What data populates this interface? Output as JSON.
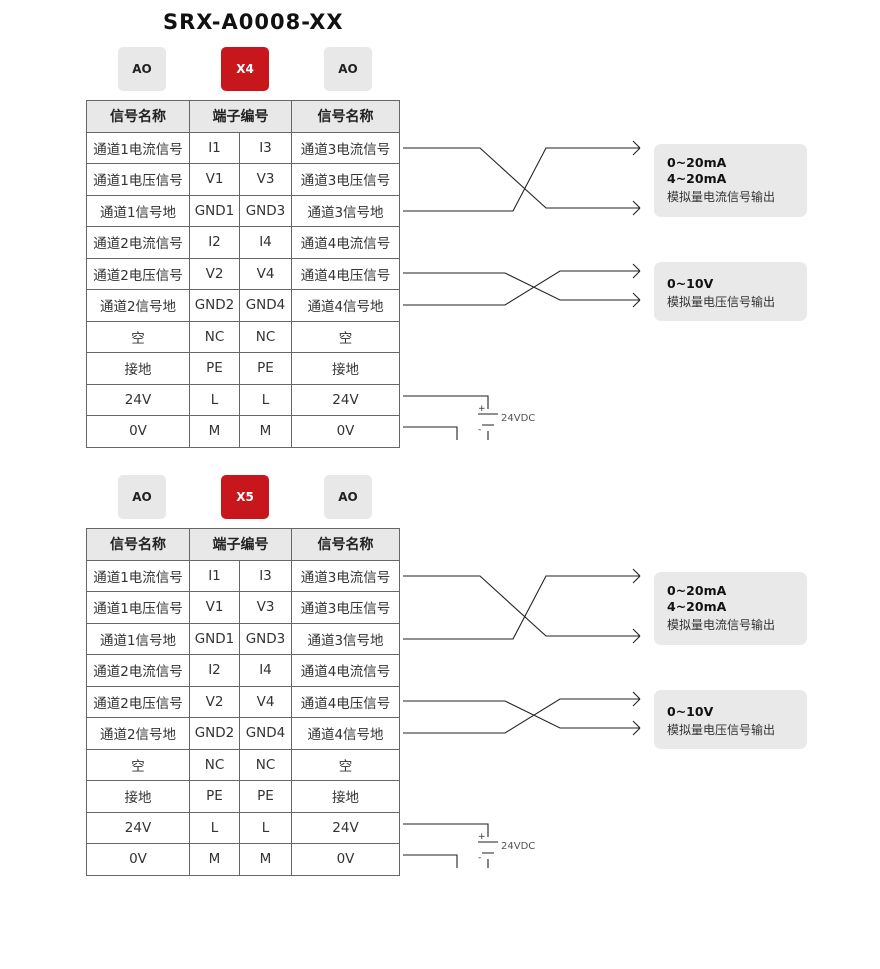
{
  "title": "SRX-A0008-XX",
  "sections": [
    {
      "badges": {
        "left": "AO",
        "center": "X4",
        "right": "AO"
      },
      "headers": [
        "信号名称",
        "端子编号",
        "信号名称"
      ],
      "rows": [
        [
          "通道1电流信号",
          "I1",
          "I3",
          "通道3电流信号"
        ],
        [
          "通道1电压信号",
          "V1",
          "V3",
          "通道3电压信号"
        ],
        [
          "通道1信号地",
          "GND1",
          "GND3",
          "通道3信号地"
        ],
        [
          "通道2电流信号",
          "I2",
          "I4",
          "通道4电流信号"
        ],
        [
          "通道2电压信号",
          "V2",
          "V4",
          "通道4电压信号"
        ],
        [
          "通道2信号地",
          "GND2",
          "GND4",
          "通道4信号地"
        ],
        [
          "空",
          "NC",
          "NC",
          "空"
        ],
        [
          "接地",
          "PE",
          "PE",
          "接地"
        ],
        [
          "24V",
          "L",
          "L",
          "24V"
        ],
        [
          "0V",
          "M",
          "M",
          "0V"
        ]
      ],
      "current_box": {
        "line1": "0~20mA",
        "line2": "4~20mA",
        "line3": "模拟量电流信号输出"
      },
      "voltage_box": {
        "line1": "0~10V",
        "line2": "模拟量电压信号输出"
      },
      "power": {
        "label": "24VDC",
        "plus": "+",
        "minus": "-"
      }
    },
    {
      "badges": {
        "left": "AO",
        "center": "X5",
        "right": "AO"
      },
      "headers": [
        "信号名称",
        "端子编号",
        "信号名称"
      ],
      "rows": [
        [
          "通道1电流信号",
          "I1",
          "I3",
          "通道3电流信号"
        ],
        [
          "通道1电压信号",
          "V1",
          "V3",
          "通道3电压信号"
        ],
        [
          "通道1信号地",
          "GND1",
          "GND3",
          "通道3信号地"
        ],
        [
          "通道2电流信号",
          "I2",
          "I4",
          "通道4电流信号"
        ],
        [
          "通道2电压信号",
          "V2",
          "V4",
          "通道4电压信号"
        ],
        [
          "通道2信号地",
          "GND2",
          "GND4",
          "通道4信号地"
        ],
        [
          "空",
          "NC",
          "NC",
          "空"
        ],
        [
          "接地",
          "PE",
          "PE",
          "接地"
        ],
        [
          "24V",
          "L",
          "L",
          "24V"
        ],
        [
          "0V",
          "M",
          "M",
          "0V"
        ]
      ],
      "current_box": {
        "line1": "0~20mA",
        "line2": "4~20mA",
        "line3": "模拟量电流信号输出"
      },
      "voltage_box": {
        "line1": "0~10V",
        "line2": "模拟量电压信号输出"
      },
      "power": {
        "label": "24VDC",
        "plus": "+",
        "minus": "-"
      }
    }
  ]
}
